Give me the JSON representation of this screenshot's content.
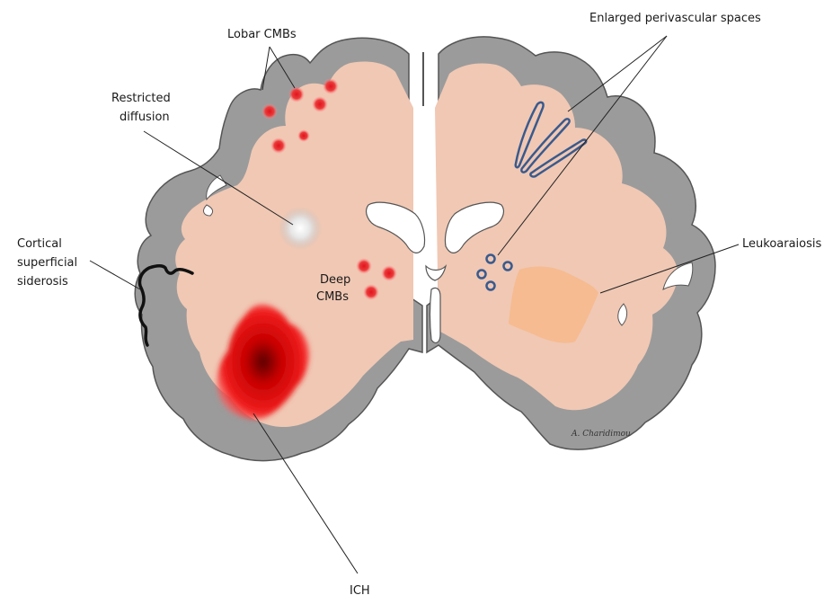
{
  "labels": {
    "lobar_cmbs": "Lobar CMBs",
    "restricted_diffusion_1": "Restricted",
    "restricted_diffusion_2": "diffusion",
    "cortical_siderosis_1": "Cortical",
    "cortical_siderosis_2": "superficial",
    "cortical_siderosis_3": "siderosis",
    "deep_cmbs_1": "Deep",
    "deep_cmbs_2": "CMBs",
    "ich": "ICH",
    "enlarged_pvs": "Enlarged perivascular spaces",
    "leukoaraiosis": "Leukoaraiosis"
  },
  "signature": "A. Charidimou",
  "colors": {
    "grey_matter": "#9b9b9b",
    "white_matter": "#f0c8b4",
    "outline": "#555555",
    "ventricle": "#ffffff",
    "microbleed": "#e0141c",
    "ich": "#c40000",
    "pvs": "#3a5a8c",
    "leukoaraiosis": "#f7b98a",
    "siderosis": "#111111"
  }
}
